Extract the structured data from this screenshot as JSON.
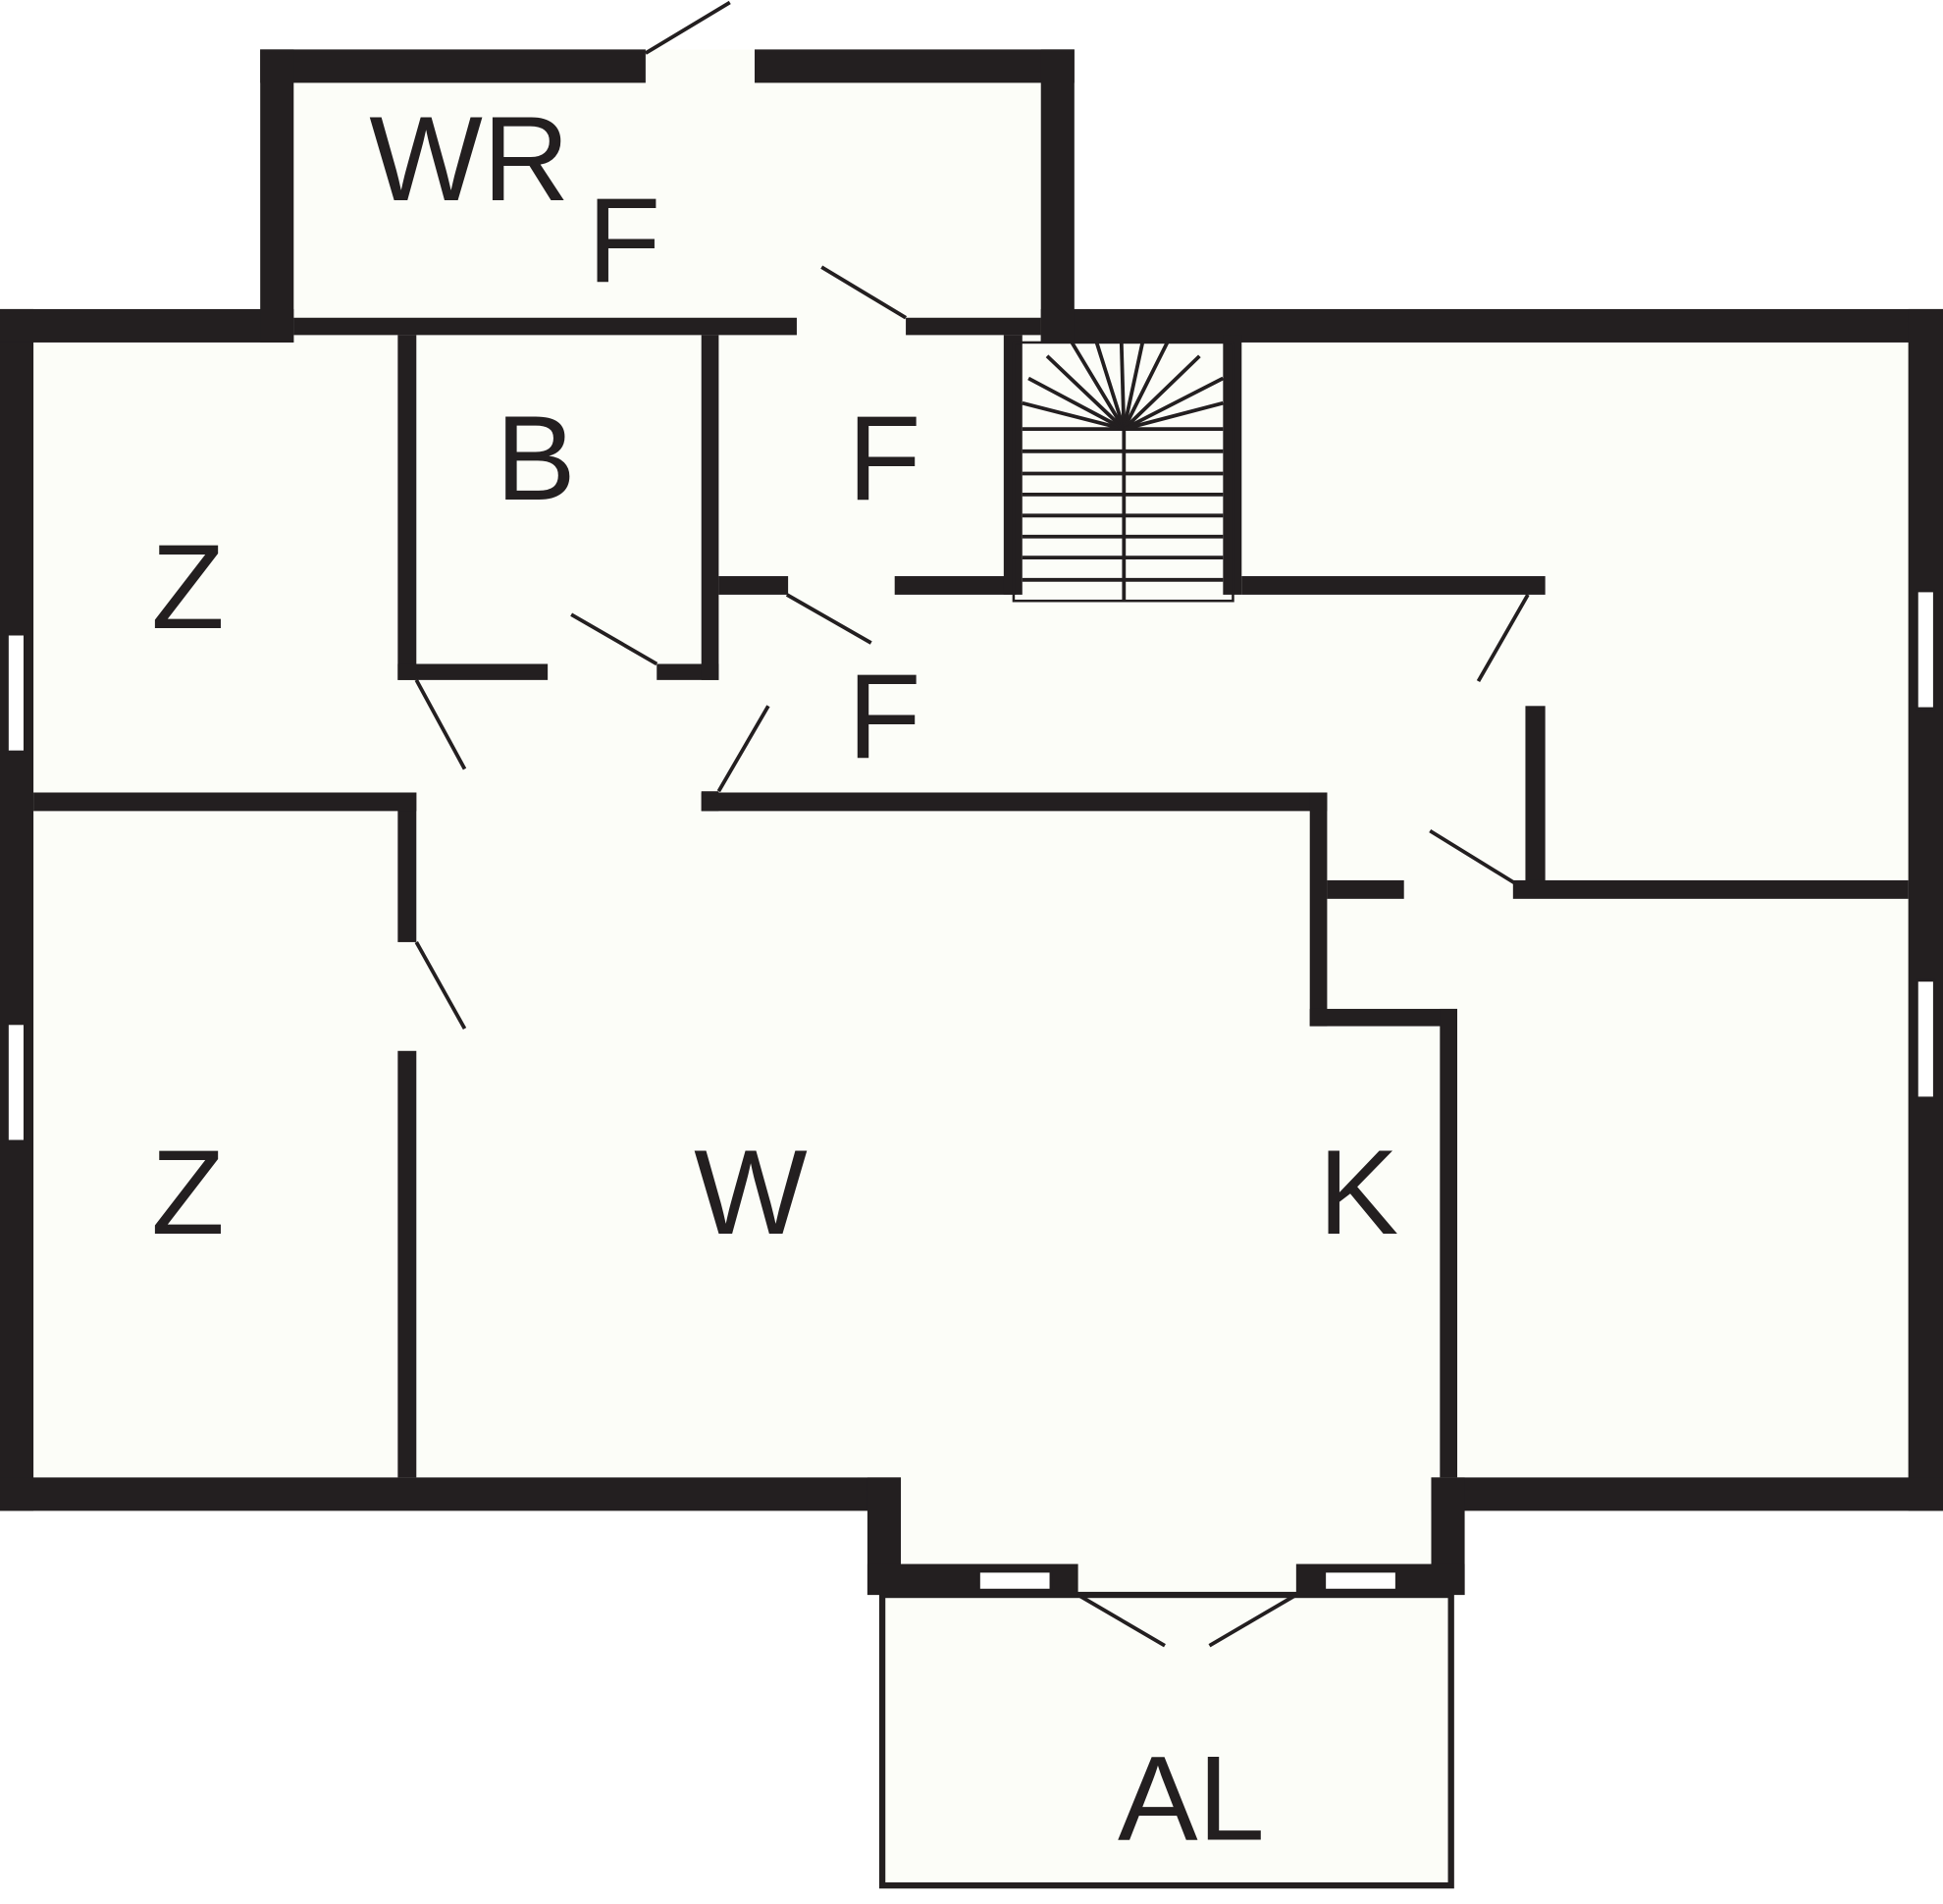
{
  "title": "Floor plan",
  "colors": {
    "wall": "#231f20",
    "floor": "#fcfdf8"
  },
  "rooms": {
    "wr": "WR",
    "f_top": "F",
    "b": "B",
    "f_mid": "F",
    "z_upper": "Z",
    "f_hall": "F",
    "z_lower": "Z",
    "w": "W",
    "k": "K",
    "al": "AL"
  }
}
